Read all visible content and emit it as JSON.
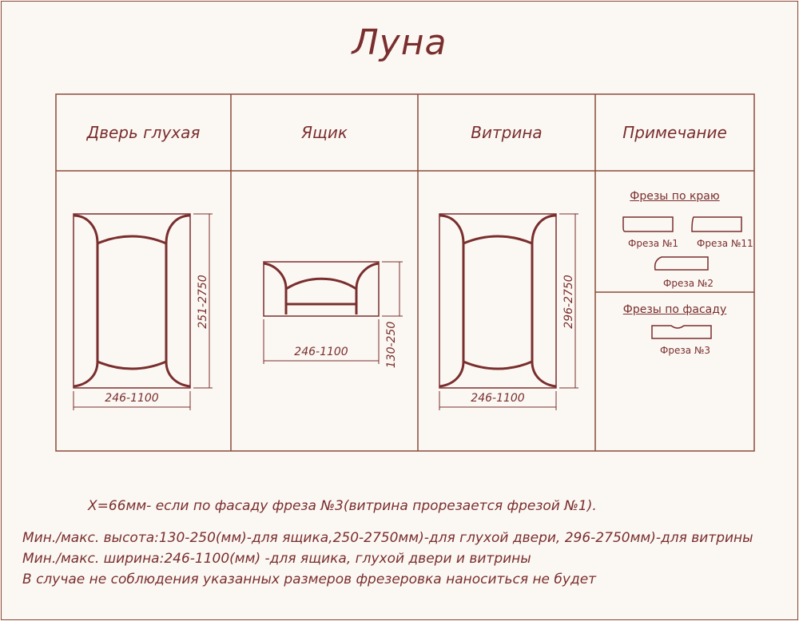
{
  "title": "Луна",
  "columns": {
    "col1": "Дверь глухая",
    "col2": "Ящик",
    "col3": "Витрина",
    "col4": "Примечание"
  },
  "door": {
    "width_dim": "246-1100",
    "height_dim": "251-2750"
  },
  "drawer": {
    "width_dim": "246-1100",
    "height_dim": "130-250"
  },
  "showcase": {
    "width_dim": "246-1100",
    "height_dim": "296-2750"
  },
  "notes": {
    "edge_title": "Фрезы по краю",
    "facade_title": "Фрезы по фасаду",
    "cutter1": "Фреза №1",
    "cutter11": "Фреза №11",
    "cutter2": "Фреза №2",
    "cutter3": "Фреза №3"
  },
  "footer": {
    "line1": "X=66мм- если по фасаду фреза №3(витрина прорезается фрезой №1).",
    "line2": "Мин./макс. высота:130-250(мм)-для ящика,250-2750мм)-для глухой двери, 296-2750мм)-для витрины",
    "line3": "Мин./макс. ширина:246-1100(мм) -для ящика, глухой двери и витрины",
    "line4": "В случае не соблюдения указанных размеров фрезеровка наноситься не будет"
  }
}
